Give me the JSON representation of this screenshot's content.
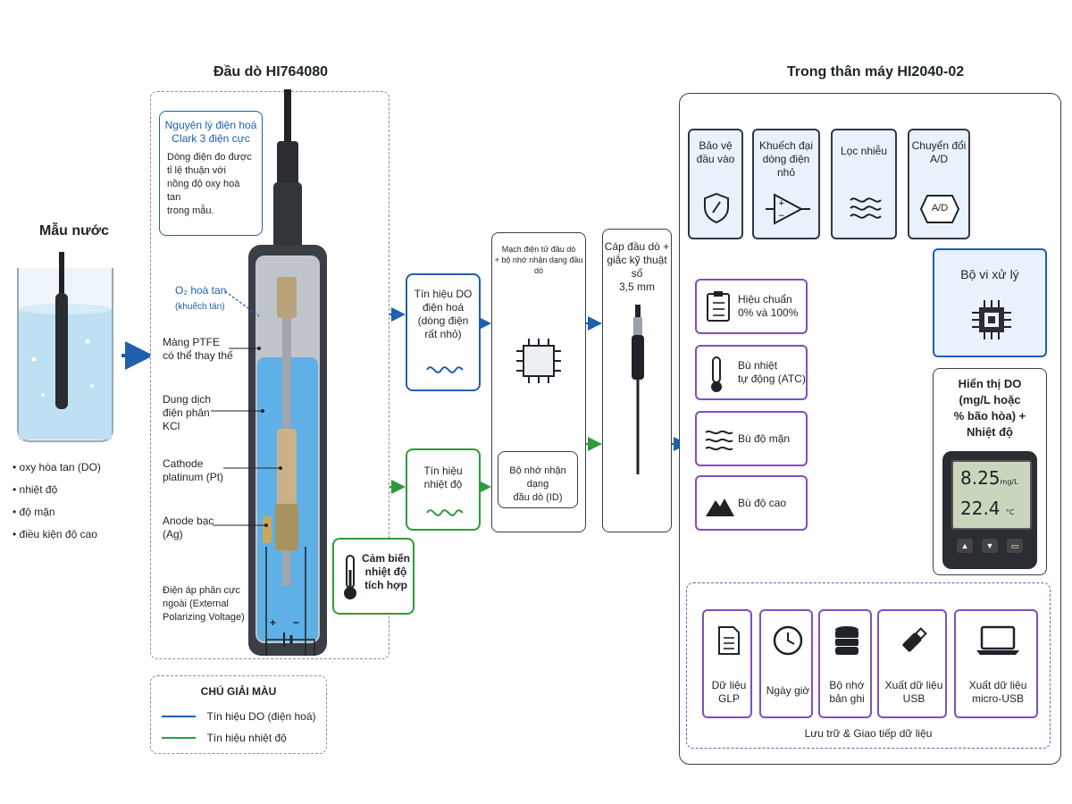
{
  "sample": {
    "title": "Mẫu nước",
    "bullets": [
      "oxy hòa tan (DO)",
      "nhiệt độ",
      "độ mặn",
      "điều kiện độ cao"
    ]
  },
  "probe": {
    "title": "Đầu dò HI764080",
    "principle_title": "Nguyên lý điện hoá\nClark 3 điện cực",
    "principle_text": "Dòng điện đo được\ntỉ lệ thuận với\nnồng độ oxy hoà tan\ntrong mẫu.",
    "o2_label": "O₂ hoà tan",
    "o2_sub": "(khuếch tán)",
    "membrane": "Màng PTFE\ncó thể thay thế",
    "electrolyte": "Dung dịch\nđiện phân\nKCl",
    "cathode": "Cathode\nplatinum (Pt)",
    "anode": "Anode bạc\n(Ag)",
    "voltage": "Điện áp phân cực\nngoài (External\nPolarizing Voltage)",
    "plus": "+",
    "minus": "−"
  },
  "signals": {
    "do_signal": "Tín hiệu DO\nđiện hoá\n(dòng điện\nrất nhỏ)",
    "temp_signal": "Tín hiệu\nnhiệt độ",
    "temp_sensor": "Cảm biến\nnhiệt độ\ntích hợp"
  },
  "circuit": {
    "title": "Mạch điện tử đầu dò\n+ bộ nhớ nhận dạng đầu dò",
    "memory": "Bộ nhớ nhận dạng\nđầu dò (ID)"
  },
  "cable": {
    "title": "Cáp đầu dò +\ngiắc kỹ thuật số\n3,5 mm"
  },
  "meter": {
    "title": "Trong thân máy HI2040-02",
    "chain": [
      {
        "label": "Bảo vệ\nđầu vào",
        "icon": "shield-icon"
      },
      {
        "label": "Khuếch đại\ndòng điện nhỏ",
        "icon": "amplifier-icon"
      },
      {
        "label": "Lọc nhiễu",
        "icon": "wave-filter-icon"
      },
      {
        "label": "Chuyển đổi\nA/D",
        "icon": "adc-icon",
        "badge": "A/D"
      }
    ],
    "micro": "Bộ vi xử lý",
    "compensation": [
      {
        "label": "Hiệu chuẩn\n0% và 100%",
        "icon": "checklist-icon"
      },
      {
        "label": "Bù nhiệt\ntự động (ATC)",
        "icon": "thermometer-icon"
      },
      {
        "label": "Bù độ mặn",
        "icon": "salinity-waves-icon"
      },
      {
        "label": "Bù độ cao",
        "icon": "mountain-icon"
      }
    ],
    "display_title": "Hiển thị DO\n(mg/L hoặc\n% bão hòa) +\nNhiệt độ",
    "lcd_do": "8.25",
    "lcd_do_unit": "mg/L",
    "lcd_temp": "22.4",
    "lcd_temp_unit": "°C",
    "storage_title": "Lưu trữ & Giao tiếp dữ liệu",
    "storage": [
      {
        "label": "Dữ liệu\nGLP",
        "icon": "document-icon"
      },
      {
        "label": "Ngày giờ",
        "icon": "clock-icon"
      },
      {
        "label": "Bộ nhớ\nbản ghi",
        "icon": "database-icon"
      },
      {
        "label": "Xuất dữ liệu\nUSB",
        "icon": "usb-drive-icon"
      },
      {
        "label": "Xuất dữ liệu\nmicro-USB",
        "icon": "laptop-icon"
      }
    ]
  },
  "legend": {
    "title": "CHÚ GIẢI MÀU",
    "items": [
      {
        "label": "Tín hiệu DO (điện hoá)",
        "color": "#1f5fae"
      },
      {
        "label": "Tín hiệu nhiệt độ",
        "color": "#2f9a3c"
      }
    ]
  },
  "colors": {
    "blue": "#1f5fae",
    "green": "#2f9a3c",
    "purple": "#7f4fbf",
    "dark": "#1f2328"
  }
}
